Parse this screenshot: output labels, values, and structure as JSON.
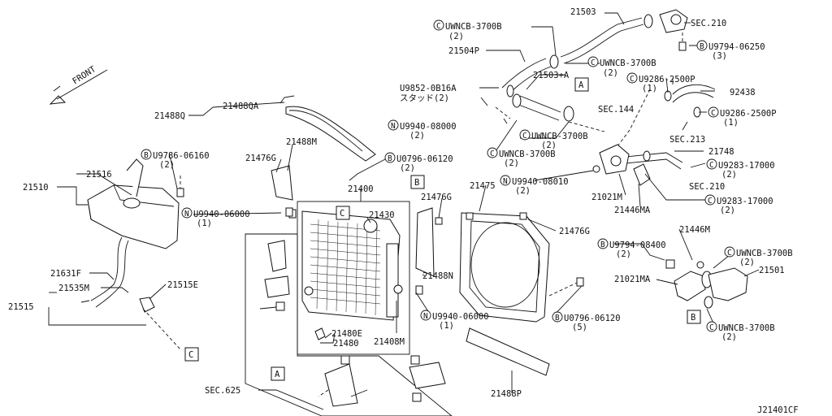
{
  "diagram": {
    "front_label": "FRONT",
    "drawing_code": "J21401CF",
    "parts": {
      "p21503": "21503",
      "sec210a": "SEC.210",
      "uwncb_top_a": "UWNCB-3700B",
      "uwncb_top_a_qty": "(2)",
      "p21504P": "21504P",
      "u9794_06250": "U9794-06250",
      "u9794_06250_qty": "(3)",
      "uwncb_top_b": "UWNCB-3700B",
      "uwncb_top_b_qty": "(2)",
      "p21503A": "21503+A",
      "u9286_top": "U9286-2500P",
      "u9286_top_qty": "(1)",
      "p92438": "92438",
      "u9852": "U9852-0B16A",
      "stud": "スタッド(2)",
      "sec144": "SEC.144",
      "u9286_mid": "U9286-2500P",
      "u9286_mid_qty": "(1)",
      "p21488Q": "21488Q",
      "p21488QA": "21488QA",
      "n9940_08000": "U9940-08000",
      "n9940_08000_qty": "(2)",
      "uwncb_mid_c": "UWNCB-3700B",
      "uwncb_mid_c_qty": "(2)",
      "sec213": "SEC.213",
      "p21748": "21748",
      "u9283_a": "U9283-17000",
      "u9283_a_qty": "(2)",
      "sec210b": "SEC.210",
      "p21488M": "21488M",
      "u9786": "U9786-06160",
      "u9786_qty": "(2)",
      "b0796_a": "U0796-06120",
      "b0796_a_qty": "(2)",
      "uwncb_mid_d": "UWNCB-3700B",
      "uwncb_mid_d_qty": "(2)",
      "p21476G_a": "21476G",
      "n9940_08010": "U9940-08010",
      "n9940_08010_qty": "(2)",
      "p21021M": "21021M",
      "p21516": "21516",
      "p21510": "21510",
      "p21400": "21400",
      "p21475": "21475",
      "p21476G_b": "21476G",
      "u9283_b": "U9283-17000",
      "u9283_b_qty": "(2)",
      "p21446MA": "21446MA",
      "n9940_06000_a": "U9940-06000",
      "n9940_06000_a_qty": "(1)",
      "p21430": "21430",
      "p21476G_c": "21476G",
      "p21446M": "21446M",
      "u9794_08400": "U9794-08400",
      "u9794_08400_qty": "(2)",
      "uwncb_right_e": "UWNCB-3700B",
      "uwncb_right_e_qty": "(2)",
      "p21631F": "21631F",
      "p21488N": "21488N",
      "p21021MA": "21021MA",
      "p21501": "21501",
      "p21535M": "21535M",
      "p21515E": "21515E",
      "p21515": "21515",
      "n9940_06000_b": "U9940-06000",
      "n9940_06000_b_qty": "(1)",
      "b0796_b": "U0796-06120",
      "b0796_b_qty": "(5)",
      "uwncb_right_f": "UWNCB-3700B",
      "uwncb_right_f_qty": "(2)",
      "p21480E": "21480E",
      "p21480": "21480",
      "p21408M": "21408M",
      "p21488P": "21488P",
      "sec625": "SEC.625"
    },
    "refs": {
      "A": "A",
      "B": "B",
      "C": "C",
      "prefix_C": "C",
      "prefix_N": "N",
      "prefix_B": "B"
    }
  }
}
